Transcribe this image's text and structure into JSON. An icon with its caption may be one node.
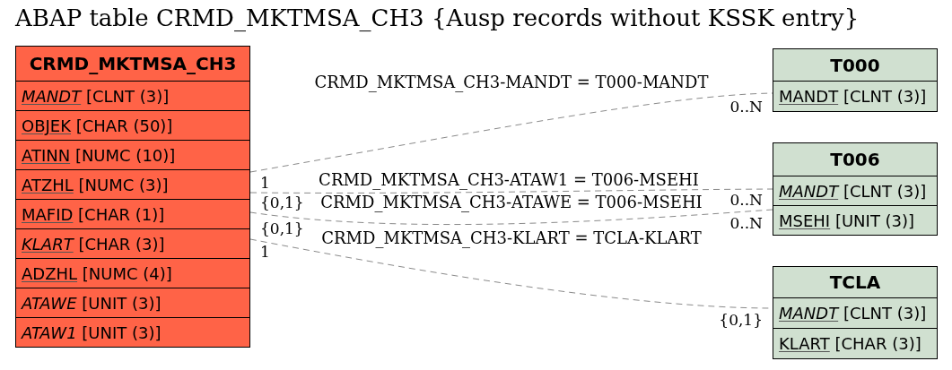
{
  "diagram": {
    "title": "ABAP table CRMD_MKTMSA_CH3 {Ausp records without KSSK entry}",
    "nodes": [
      {
        "text": [
          "CRMD_MKTMSA_CH3"
        ]
      },
      {
        "text": [
          "*MANDT* [CLNT (3)]"
        ],
        "in": 0
      },
      {
        "text": [
          "OBJEK [CHAR (50)]"
        ],
        "in": 0
      },
      {
        "text": [
          "ATINN [NUMC (10)]"
        ],
        "in": 0
      },
      {
        "text": [
          "ATZHL [NUMC (3)]"
        ],
        "in": 0
      },
      {
        "text": [
          "MAFID [CHAR (1)]"
        ],
        "in": 0
      },
      {
        "text": [
          "*KLART* [CHAR (3)]"
        ],
        "in": 0
      },
      {
        "text": [
          "ADZHL [NUMC (4)]"
        ],
        "in": 0
      },
      {
        "text": [
          "*ATAWE* [UNIT (3)]"
        ],
        "in": 0
      },
      {
        "text": [
          "*ATAW1* [UNIT (3)]"
        ],
        "in": 0
      },
      {
        "text": [
          "T000"
        ]
      },
      {
        "text": [
          "MANDT [CLNT (3)]"
        ],
        "in": 10
      },
      {
        "text": [
          "T006"
        ]
      },
      {
        "text": [
          "*MANDT* [CLNT (3)]"
        ],
        "in": 12
      },
      {
        "text": [
          "MSEHI [UNIT (3)]"
        ],
        "in": 12
      },
      {
        "text": [
          "TCLA"
        ]
      },
      {
        "text": [
          "*MANDT* [CLNT (3)]"
        ],
        "in": 15
      },
      {
        "text": [
          "KLART [CHAR (3)]"
        ],
        "in": 15
      }
    ],
    "edges": [
      {
        "from": 0,
        "to": 10,
        "arrow": "none",
        "style": "dashed",
        "label": "CRMD_MKTMSA_CH3-MANDT = T000-MANDT"
      },
      {
        "from": 0,
        "to": 12,
        "arrow": "none",
        "style": "dashed",
        "label": "CRMD_MKTMSA_CH3-ATAW1 = T006-MSEHI"
      },
      {
        "from": 0,
        "to": 12,
        "arrow": "none",
        "style": "dashed",
        "label": "CRMD_MKTMSA_CH3-ATAWE = T006-MSEHI"
      },
      {
        "from": 0,
        "to": 15,
        "arrow": "none",
        "style": "dashed",
        "label": "CRMD_MKTMSA_CH3-KLART = TCLA-KLART"
      }
    ],
    "labels": [
      "0..N",
      "1",
      "0..N",
      "{0,1}",
      "0..N",
      "{0,1}",
      "1",
      "{0,1}"
    ]
  }
}
